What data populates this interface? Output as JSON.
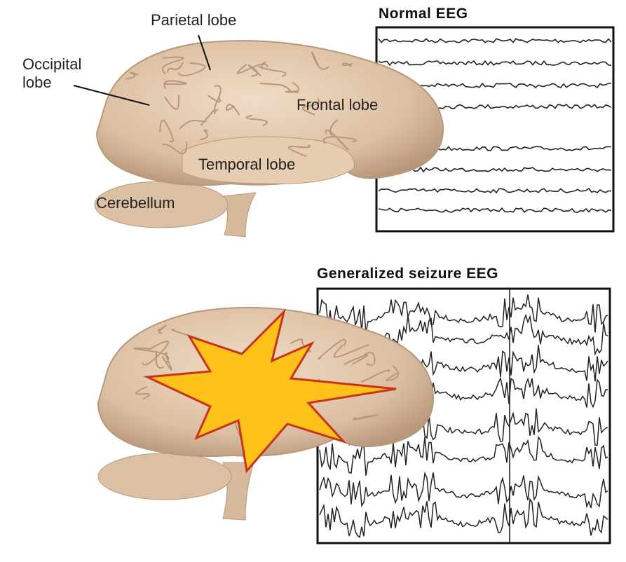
{
  "top_panel": {
    "title": "Normal EEG",
    "labels": {
      "parietal": "Parietal lobe",
      "occipital_line1": "Occipital",
      "occipital_line2": "lobe",
      "frontal": "Frontal lobe",
      "temporal": "Temporal lobe",
      "cerebellum": "Cerebellum"
    },
    "trace_count": 8
  },
  "bottom_panel": {
    "title": "Generalized seizure EEG",
    "trace_count": 8
  },
  "colors": {
    "brain": "#e3c9ae",
    "brain_shadow": "#b8977a",
    "star_fill": "#ffc21a",
    "star_outline": "#c8331a",
    "trace": "#222222"
  }
}
